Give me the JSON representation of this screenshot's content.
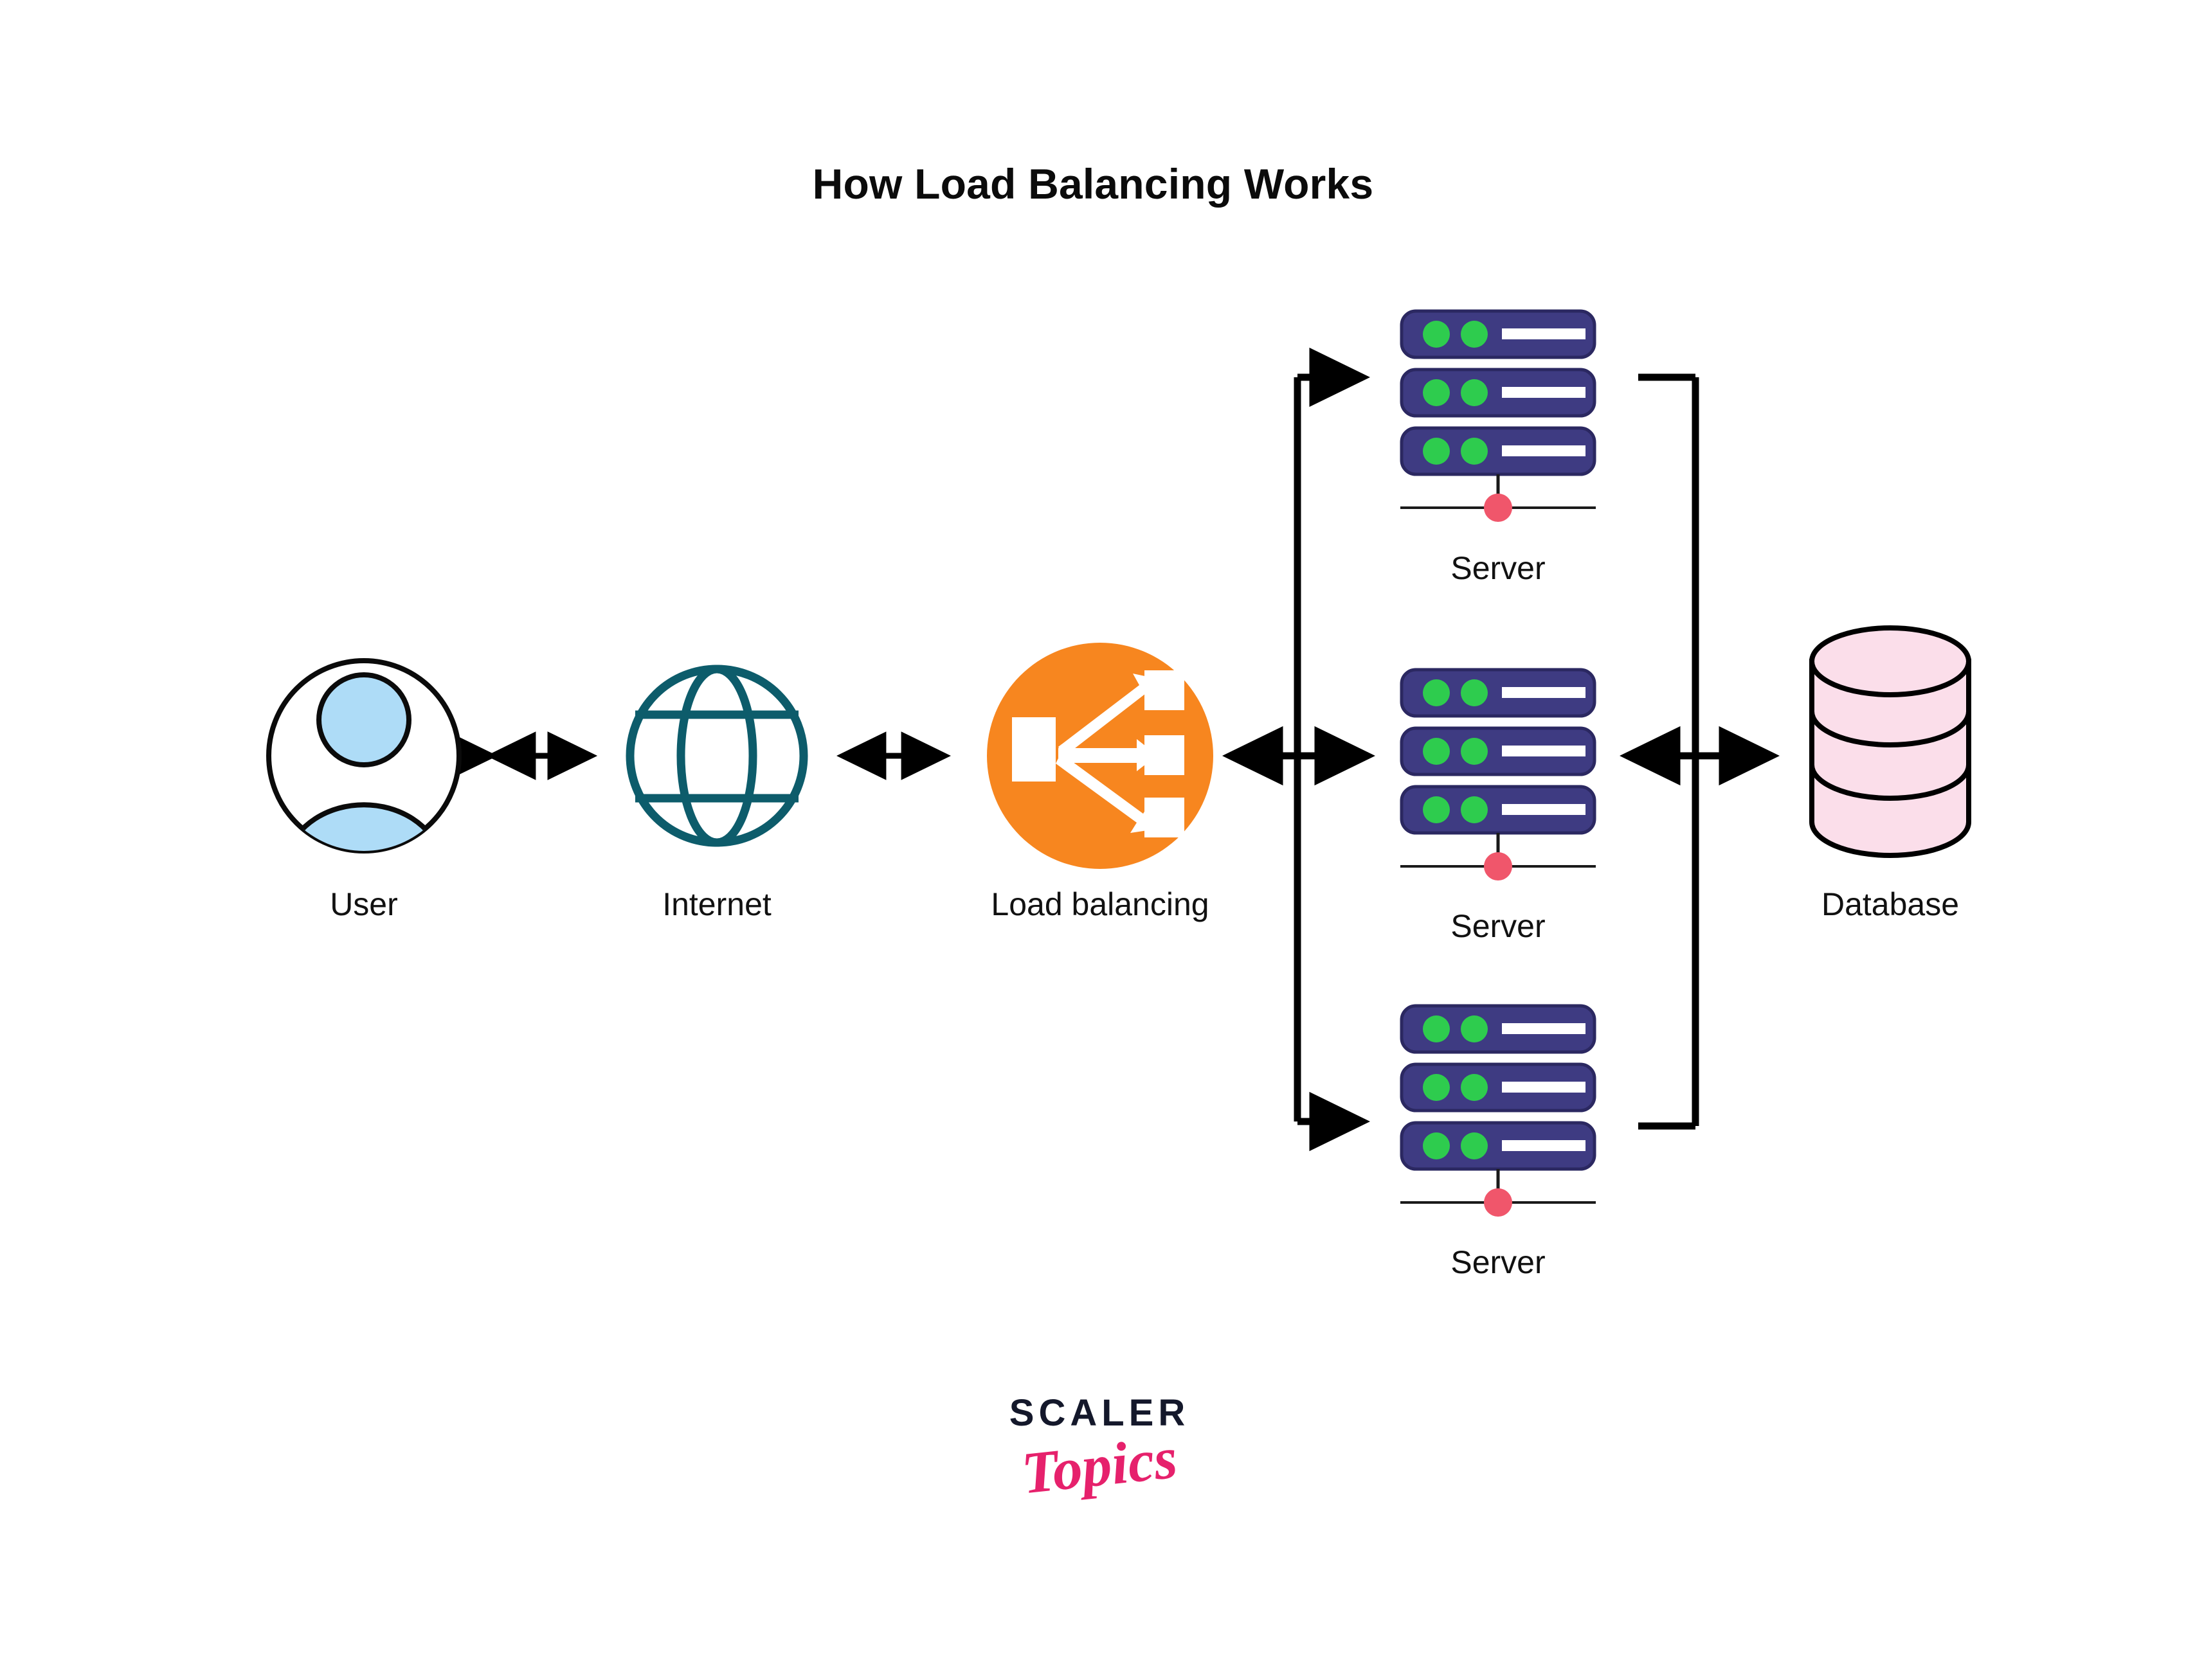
{
  "page": {
    "title": "How Load Balancing Works",
    "background_color": "#ffffff"
  },
  "colors": {
    "title_text": "#0b0b0b",
    "label_text": "#111111",
    "arrow": "#000000",
    "user_outline": "#000000",
    "user_fill": "#aedcf7",
    "globe": "#0d5c6b",
    "load_balancer_circle": "#f7861f",
    "load_balancer_glyph": "#ffffff",
    "server_bar": "#3e3b82",
    "server_bar_outline": "#2b2861",
    "server_led": "#2ecc4e",
    "server_slot": "#ffffff",
    "server_base_line": "#1a1a1a",
    "server_base_dot": "#f0566b",
    "database_fill": "#fbdeea",
    "database_outline": "#000000",
    "logo_scaler": "#14182b",
    "logo_topics": "#e6216c"
  },
  "nodes": [
    {
      "id": "user",
      "label": "User",
      "icon": "user-avatar-icon"
    },
    {
      "id": "internet",
      "label": "Internet",
      "icon": "globe-icon"
    },
    {
      "id": "load_balancing",
      "label": "Load balancing",
      "icon": "load-balancer-icon"
    },
    {
      "id": "server_top",
      "label": "Server",
      "icon": "server-rack-icon"
    },
    {
      "id": "server_middle",
      "label": "Server",
      "icon": "server-rack-icon"
    },
    {
      "id": "server_bottom",
      "label": "Server",
      "icon": "server-rack-icon"
    },
    {
      "id": "database",
      "label": "Database",
      "icon": "database-cylinder-icon"
    }
  ],
  "connections": [
    {
      "from": "user",
      "to": "internet",
      "style": "double-arrow"
    },
    {
      "from": "internet",
      "to": "load_balancing",
      "style": "double-arrow"
    },
    {
      "from": "load_balancing",
      "to": "servers",
      "style": "double-arrow-with-bracket"
    },
    {
      "from": "server_top",
      "to": "database",
      "style": "bracket-arrow"
    },
    {
      "from": "server_middle",
      "to": "database",
      "style": "double-arrow"
    },
    {
      "from": "server_bottom",
      "to": "database",
      "style": "bracket-arrow"
    }
  ],
  "server": {
    "bar_count": 3,
    "led_count_per_bar": 2
  },
  "logo": {
    "word_mark": "SCALER",
    "script_mark": "Topics"
  }
}
